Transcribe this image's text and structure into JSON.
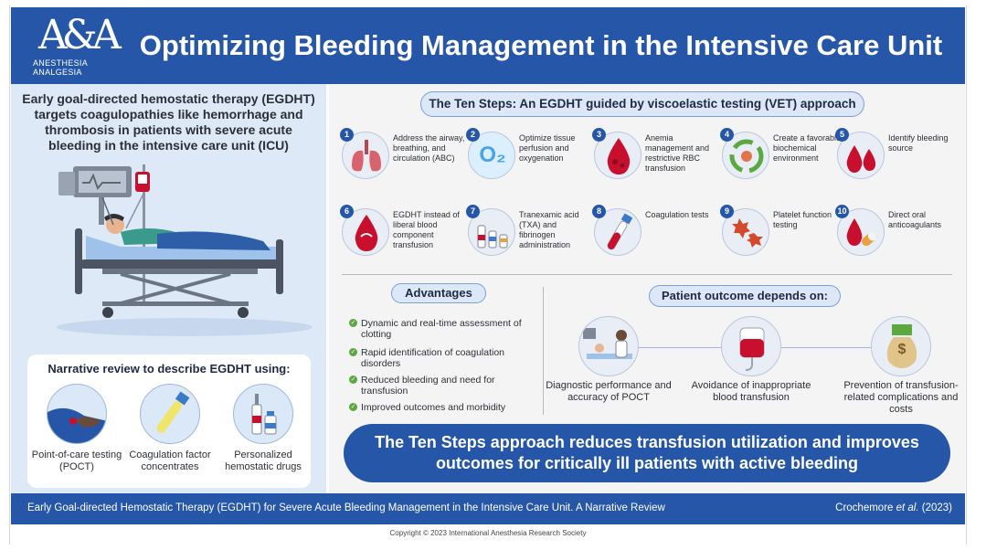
{
  "header": {
    "logo_mark": "A&A",
    "logo_line1": "ANESTHESIA",
    "logo_line2": "ANALGESIA",
    "title": "Optimizing Bleeding Management in the Intensive Care Unit"
  },
  "left": {
    "intro": "Early goal-directed hemostatic therapy (EGDHT) targets coagulopathies like hemorrhage and thrombosis in patients with severe acute bleeding in the intensive care unit (ICU)",
    "review_title": "Narrative review to describe EGDHT using:",
    "review_items": [
      {
        "label": "Point-of-care testing (POCT)",
        "icon": "blood-sample-hand-icon"
      },
      {
        "label": "Coagulation factor concentrates",
        "icon": "test-tube-icon"
      },
      {
        "label": "Personalized hemostatic drugs",
        "icon": "drug-vials-icon"
      }
    ]
  },
  "steps": {
    "title": "The Ten Steps: An EGDHT guided by viscoelastic testing (VET) approach",
    "items": [
      {
        "num": "1",
        "text": "Address the airway, breathing, and circulation (ABC)",
        "icon": "lungs-icon"
      },
      {
        "num": "2",
        "text": "Optimize tissue perfusion and oxygenation",
        "icon": "oxygen-icon",
        "glyph": "O₂"
      },
      {
        "num": "3",
        "text": "Anemia management and restrictive RBC transfusion",
        "icon": "blood-drop-icon"
      },
      {
        "num": "4",
        "text": "Create a favorable biochemical environment",
        "icon": "recycle-icon"
      },
      {
        "num": "5",
        "text": "Identify bleeding source",
        "icon": "blood-drops-icon"
      },
      {
        "num": "6",
        "text": "EGDHT instead of liberal blood component transfusion",
        "icon": "blood-drop-icon"
      },
      {
        "num": "7",
        "text": "Tranexamic acid (TXA) and fibrinogen administration",
        "icon": "drug-vials-icon"
      },
      {
        "num": "8",
        "text": "Coagulation tests",
        "icon": "test-tube-icon"
      },
      {
        "num": "9",
        "text": "Platelet function testing",
        "icon": "platelets-icon"
      },
      {
        "num": "10",
        "text": "Direct oral anticoagulants",
        "icon": "pill-drop-icon"
      }
    ]
  },
  "advantages": {
    "title": "Advantages",
    "items": [
      "Dynamic and real-time assessment of clotting",
      "Rapid identification of coagulation disorders",
      "Reduced bleeding and need for transfusion",
      "Improved outcomes and morbidity"
    ]
  },
  "outcome": {
    "title": "Patient outcome depends on:",
    "items": [
      {
        "label": "Diagnostic performance and accuracy of POCT",
        "icon": "clinician-patient-icon"
      },
      {
        "label": "Avoidance of inappropriate blood transfusion",
        "icon": "blood-bag-icon"
      },
      {
        "label": "Prevention of transfusion-related complications and costs",
        "icon": "money-bag-icon",
        "glyph": "$"
      }
    ]
  },
  "banner": "The Ten Steps approach reduces transfusion utilization and improves outcomes for critically ill patients with active bleeding",
  "footer": {
    "citation": "Early Goal-directed Hemostatic Therapy (EGDHT) for Severe Acute Bleeding Management in the Intensive Care Unit. A Narrative Review",
    "author": "Crochemore ",
    "etal": "et al.",
    "year": " (2023)",
    "copyright": "Copyright © 2023 International Anesthesia Research Society"
  },
  "colors": {
    "brand_blue": "#2556a8",
    "left_panel": "#dde9f7",
    "blood_red": "#c8102e",
    "check_green": "#5aa83e"
  }
}
